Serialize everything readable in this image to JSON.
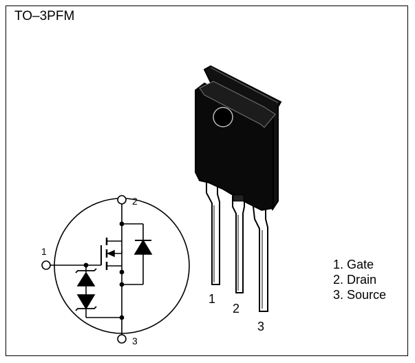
{
  "package": {
    "title": "TO–3PFM"
  },
  "pin_legend": [
    "1. Gate",
    "2. Drain",
    "3. Source"
  ],
  "package_pins": [
    "1",
    "2",
    "3"
  ],
  "schematic_pins": {
    "gate": "1",
    "drain": "2",
    "source": "3"
  },
  "colors": {
    "ink": "#000000",
    "body": "#0a0a0a",
    "background": "#ffffff"
  }
}
